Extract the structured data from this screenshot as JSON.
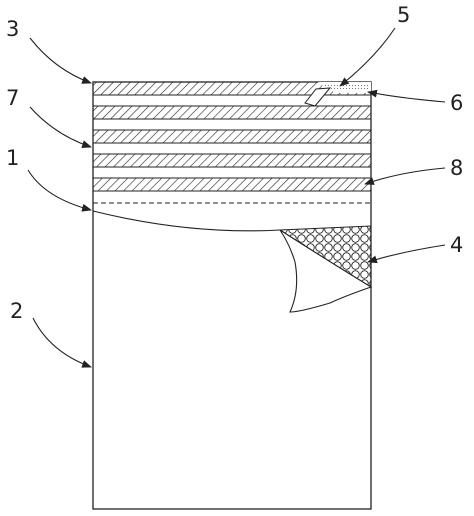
{
  "labels": {
    "l1": "1",
    "l2": "2",
    "l3": "3",
    "l4": "4",
    "l5": "5",
    "l6": "6",
    "l7": "7",
    "l8": "8"
  },
  "colors": {
    "ink": "#222222",
    "paper": "#ffffff"
  }
}
